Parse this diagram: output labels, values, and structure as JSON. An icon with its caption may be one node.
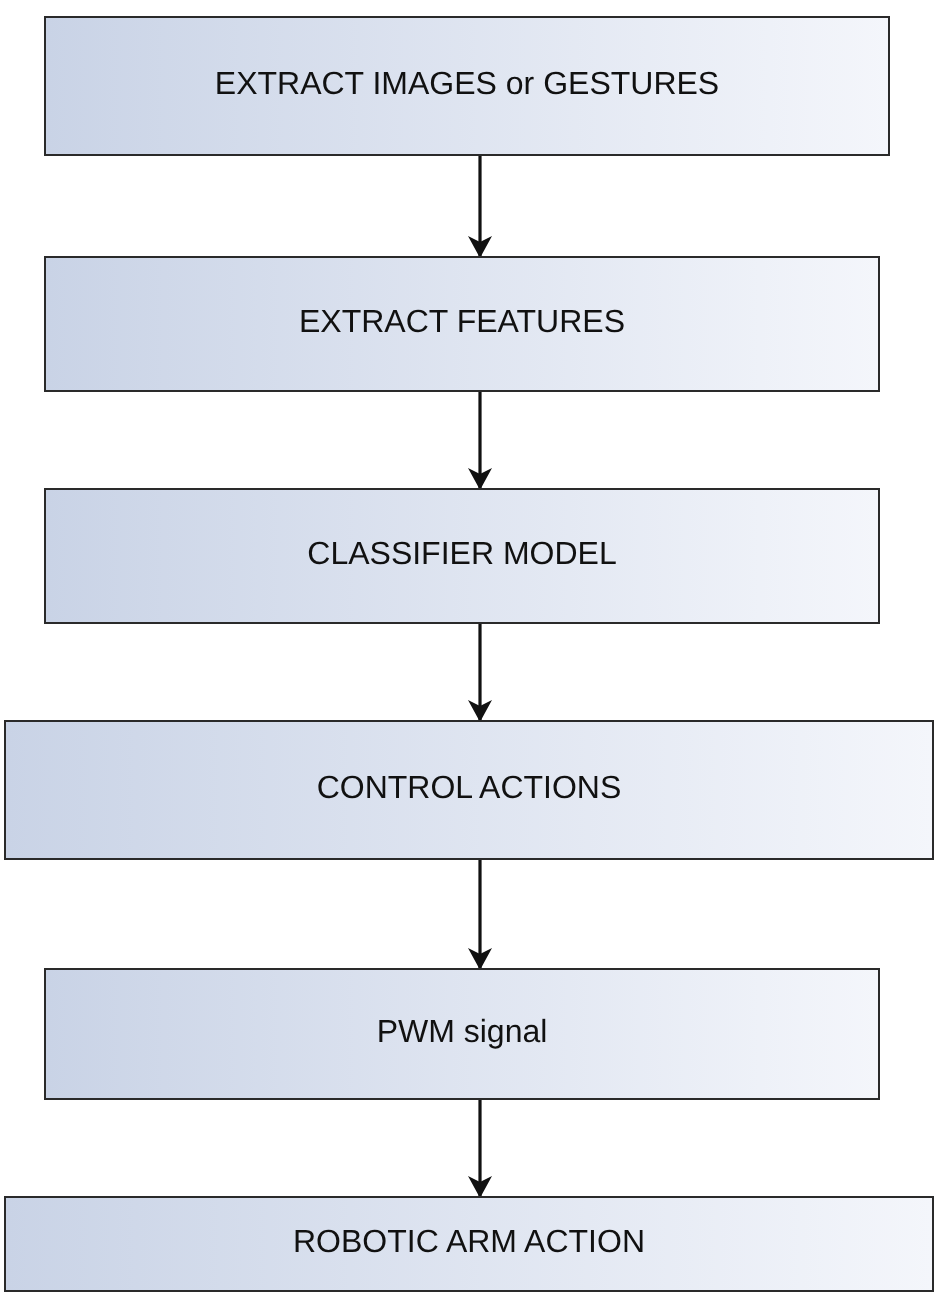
{
  "diagram": {
    "nodes": [
      {
        "text": [
          "EXTRACT IMAGES or GESTURES"
        ]
      },
      {
        "text": [
          "EXTRACT FEATURES"
        ]
      },
      {
        "text": [
          "CLASSIFIER MODEL"
        ]
      },
      {
        "text": [
          "CONTROL ACTIONS"
        ]
      },
      {
        "text": [
          "PWM signal"
        ]
      },
      {
        "text": [
          "ROBOTIC ARM ACTION"
        ]
      }
    ],
    "edges": [
      {
        "from": 0,
        "to": 1,
        "arrow": "to"
      },
      {
        "from": 1,
        "to": 2,
        "arrow": "to"
      },
      {
        "from": 2,
        "to": 3,
        "arrow": "to"
      },
      {
        "from": 3,
        "to": 4,
        "arrow": "to"
      },
      {
        "from": 4,
        "to": 5,
        "arrow": "to"
      }
    ]
  }
}
